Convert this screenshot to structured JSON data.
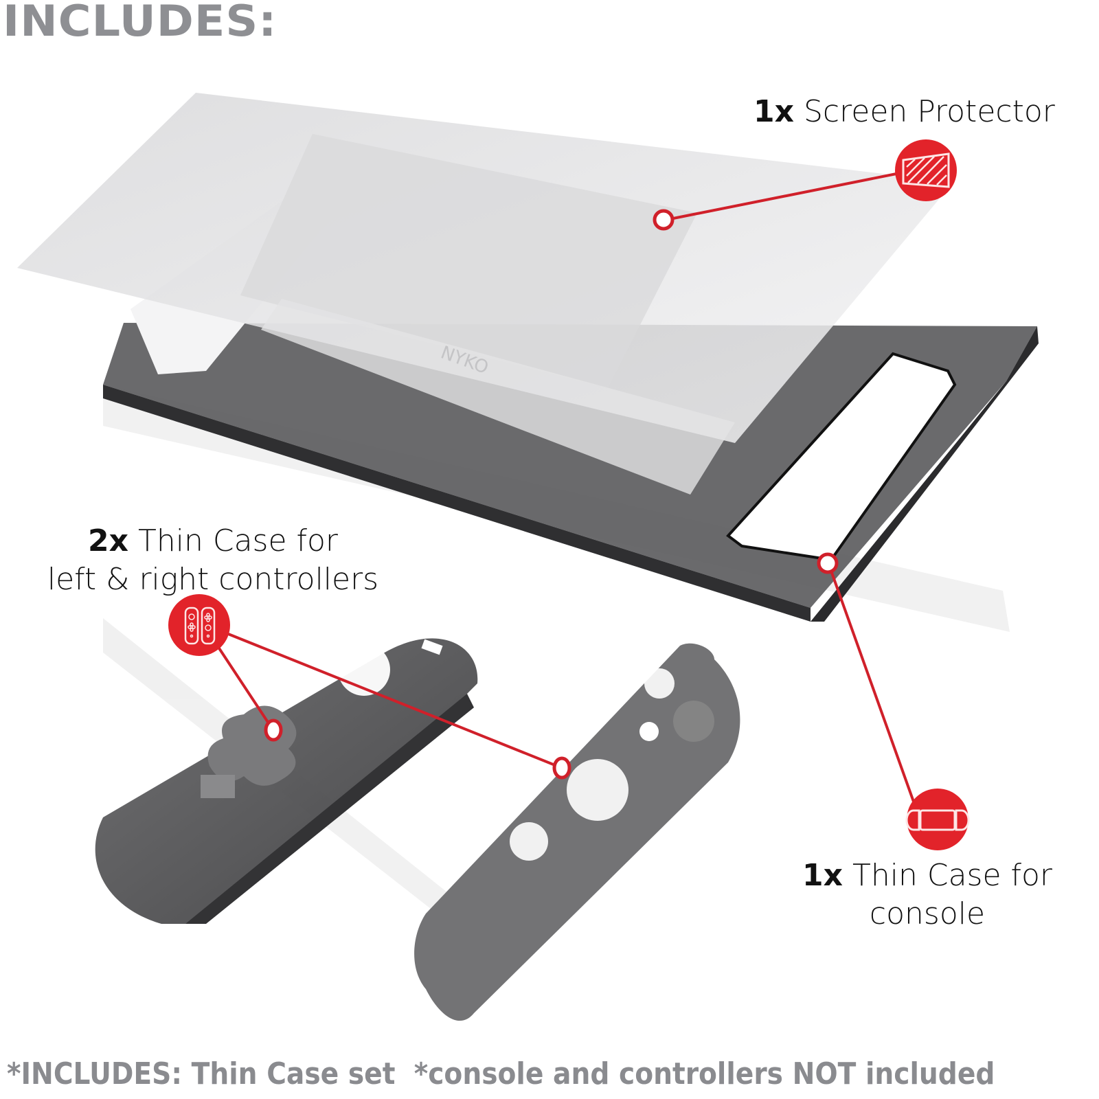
{
  "heading": "INCLUDES:",
  "callouts": [
    {
      "qty": "1x",
      "text": "Screen Protector",
      "icon": "screen-protector-icon"
    },
    {
      "qty": "2x",
      "text_line1": "Thin Case for",
      "text_line2": "left & right controllers",
      "icon": "joy-con-controllers-icon"
    },
    {
      "qty": "1x",
      "text_line1": "Thin Case for",
      "text_line2": "console",
      "icon": "handheld-console-icon"
    }
  ],
  "footer": {
    "part1": "*INCLUDES: Thin Case set",
    "part2": "*console and controllers NOT included"
  },
  "colors": {
    "accent_red": "#e2232a",
    "heading_gray": "#8e8f93",
    "case_smoke": "#4a4a4c",
    "protector": "#e6e6e8"
  },
  "watermark": "NYKO"
}
